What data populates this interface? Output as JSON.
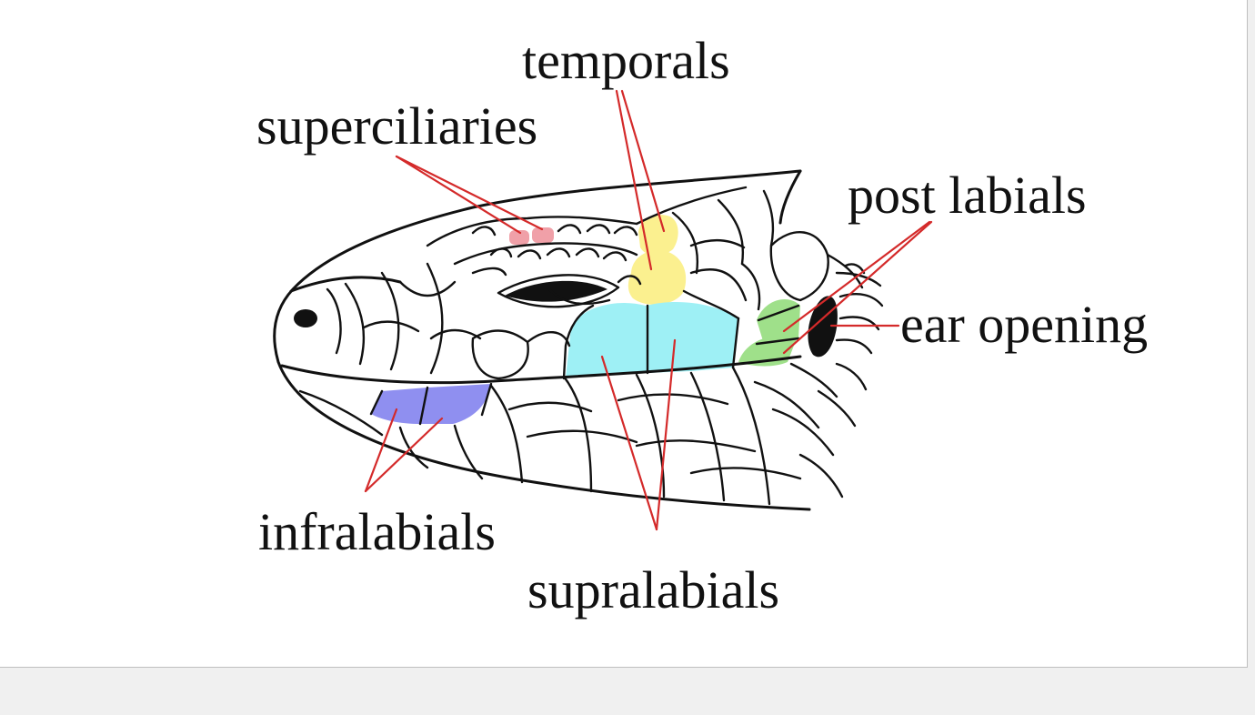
{
  "labels": {
    "temporals": "temporals",
    "superciliaries": "superciliaries",
    "post_labials": "post labials",
    "ear_opening": "ear opening",
    "infralabials": "infralabials",
    "supralabials": "supralabials"
  },
  "colors": {
    "superciliaries": "#f0a0a8",
    "temporals": "#fbf08f",
    "post_labials": "#9fe08a",
    "supralabials": "#9ef0f5",
    "infralabials": "#8f8ff0",
    "leader_lines": "#d42a2a",
    "ink": "#111111"
  }
}
